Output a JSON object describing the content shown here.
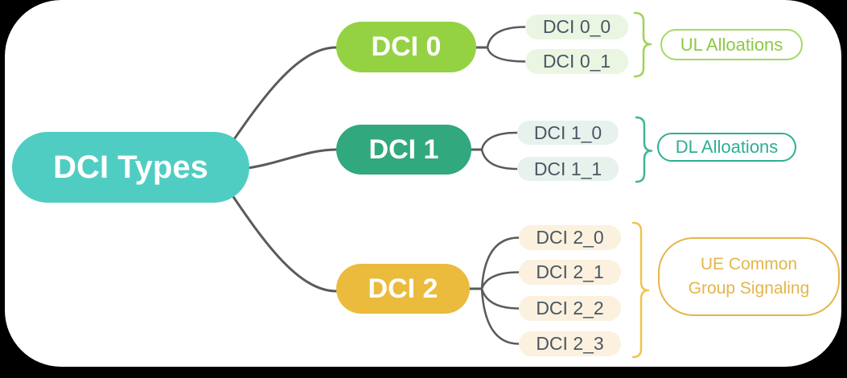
{
  "palette": {
    "background": "#000000",
    "canvas": "#ffffff",
    "connector": "#5a5a5a",
    "root_fill": "#50cdc2",
    "root_text": "#ffffff",
    "dci0_fill": "#94d243",
    "dci1_fill": "#31a87d",
    "dci2_fill": "#eabb3c",
    "sub_green_bg": "#eaf6e2",
    "sub_mint_bg": "#e8f2ed",
    "sub_cream_bg": "#fbf1de",
    "sub_text": "#4a5764",
    "brace_lime": "#9fd455",
    "brace_teal": "#3fb597",
    "brace_gold": "#efc44f",
    "ul_color": "#8cc943",
    "ul_border": "#a4da63",
    "dl_color": "#2fae94",
    "ue_color": "#e3b64b"
  },
  "root": {
    "label": "DCI Types"
  },
  "branches": [
    {
      "label": "DCI 0",
      "children": [
        "DCI 0_0",
        "DCI 0_1"
      ],
      "annotation": "UL Alloations"
    },
    {
      "label": "DCI 1",
      "children": [
        "DCI 1_0",
        "DCI 1_1"
      ],
      "annotation": "DL Alloations"
    },
    {
      "label": "DCI 2",
      "children": [
        "DCI 2_0",
        "DCI 2_1",
        "DCI 2_2",
        "DCI 2_3"
      ],
      "annotation": "UE Common Group Signaling"
    }
  ]
}
